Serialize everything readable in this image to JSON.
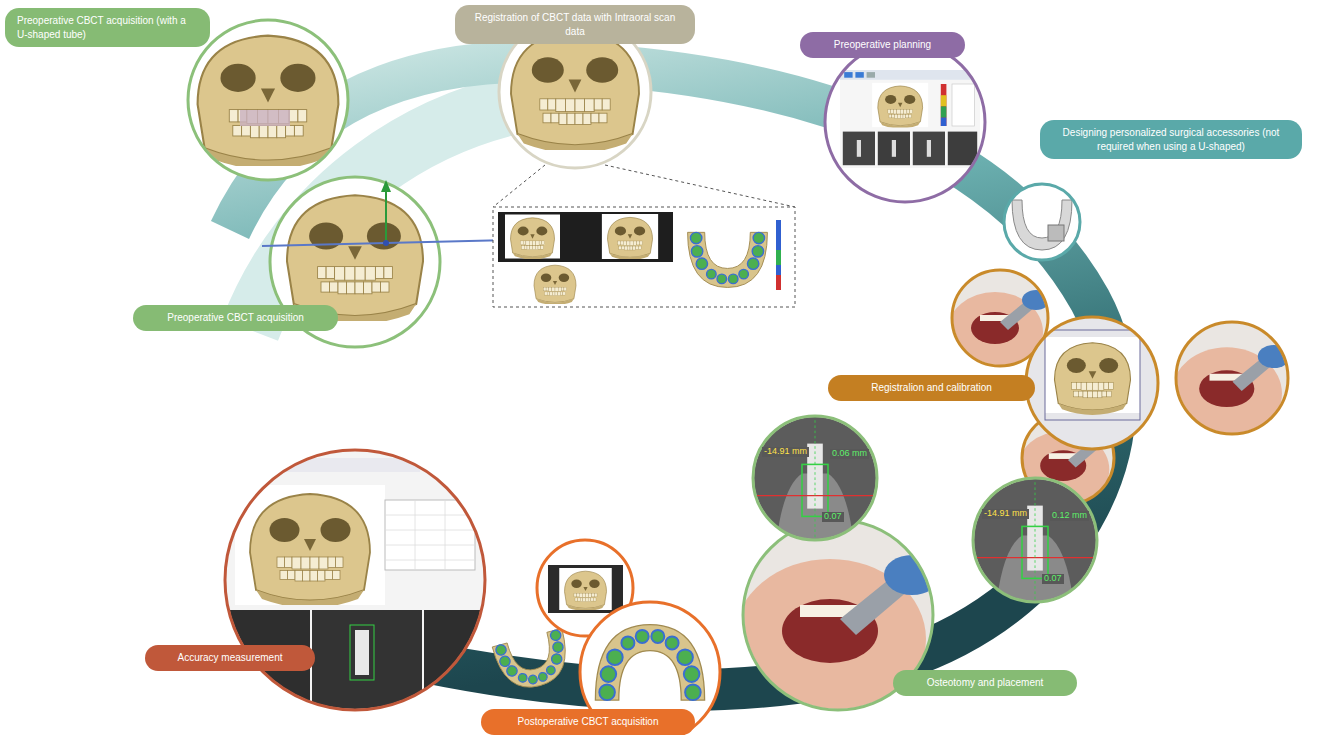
{
  "diagram": {
    "nodes": [
      {
        "text": [
          "Preoperative CBCT acquisition (with a U-shaped tube)"
        ]
      },
      {
        "text": [
          "Registration of CBCT data with Intraoral scan data"
        ]
      },
      {
        "text": [
          "Preoperative planning"
        ]
      },
      {
        "text": [
          "Designing personalized surgical accessories (not required when using a U-shaped)"
        ]
      },
      {
        "text": [
          "Preoperative CBCT acquisition"
        ]
      },
      {
        "text": [
          "Registralion and calibration"
        ]
      },
      {
        "text": [
          "Accuracy measurement"
        ]
      },
      {
        "text": [
          "Osteotomy and placement"
        ]
      },
      {
        "text": [
          "Postoperative CBCT acquisition"
        ]
      }
    ],
    "labels": [
      "-14.91 mm",
      "0.06 mm",
      "0.07",
      "-14.91 mm",
      "0.12 mm",
      "0.07"
    ]
  }
}
